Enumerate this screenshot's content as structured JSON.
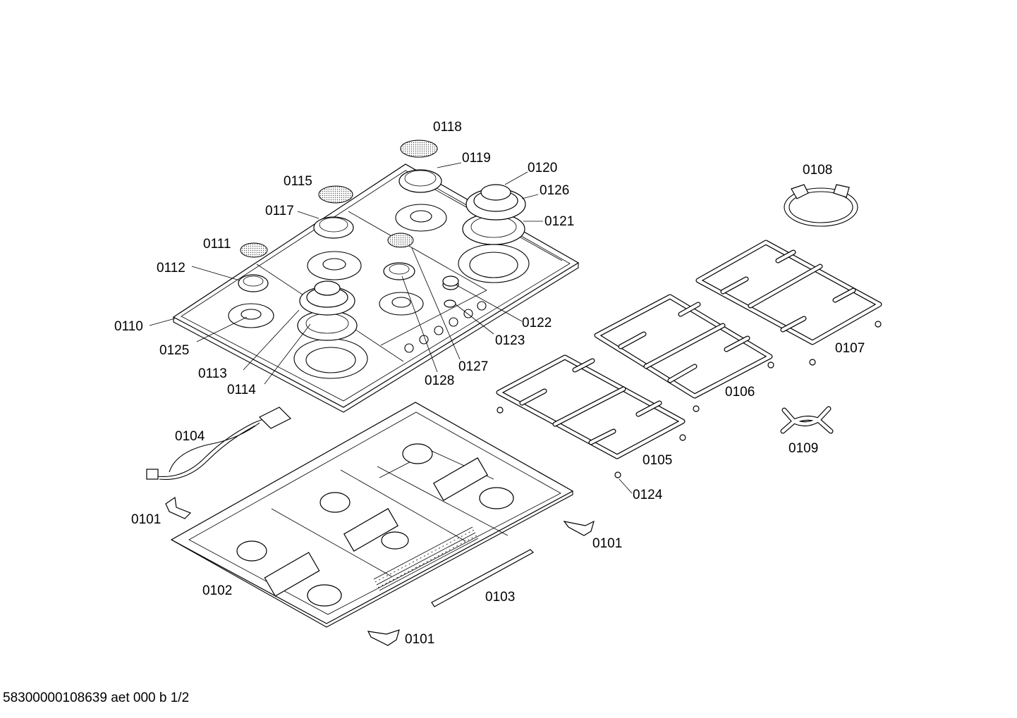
{
  "footer_text": "58300000108639 aet 000 b 1/2",
  "callouts": {
    "c0118": "0118",
    "c0119": "0119",
    "c0120": "0120",
    "c0126": "0126",
    "c0121": "0121",
    "c0115": "0115",
    "c0117": "0117",
    "c0111": "0111",
    "c0112": "0112",
    "c0110": "0110",
    "c0125": "0125",
    "c0113": "0113",
    "c0114": "0114",
    "c0128": "0128",
    "c0127": "0127",
    "c0122": "0122",
    "c0123": "0123",
    "c0108": "0108",
    "c0107": "0107",
    "c0106": "0106",
    "c0105": "0105",
    "c0109": "0109",
    "c0124": "0124",
    "c0104": "0104",
    "c0101a": "0101",
    "c0101b": "0101",
    "c0101c": "0101",
    "c0102": "0102",
    "c0103": "0103"
  }
}
